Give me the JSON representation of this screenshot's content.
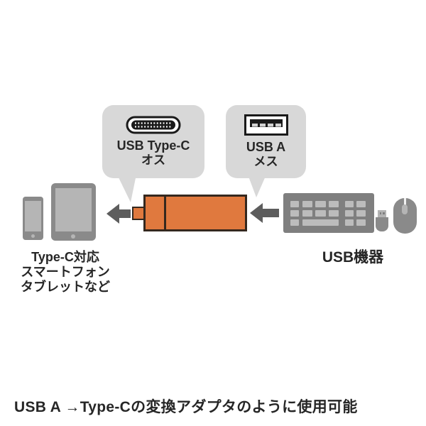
{
  "callouts": {
    "type_c": {
      "line1": "USB Type-C",
      "line2": "オス"
    },
    "usb_a": {
      "line1": "USB A",
      "line2": "メス"
    }
  },
  "left_label": {
    "lines": [
      "Type-C対応",
      "スマートフォン",
      "タブレットなど"
    ]
  },
  "right_label": {
    "text": "USB機器"
  },
  "caption": {
    "text": "USB A →Type-Cの変換アダプタのように使用可能"
  },
  "icons": [
    "usb-type-c-connector-icon",
    "usb-a-port-icon",
    "adapter-icon",
    "left-arrow-icon",
    "right-arrow-icon",
    "smartphone-icon",
    "tablet-icon",
    "keyboard-icon",
    "usb-stick-icon",
    "mouse-icon"
  ],
  "colors": {
    "adapter_orange": "#e0793e",
    "adapter_outline": "#35281e",
    "bubble_gray": "#d8d8d8",
    "device_gray": "#8a8a8a",
    "device_screen_gray": "#b5b5b5",
    "arrow_gray": "#5d5d5d",
    "text": "#262626"
  }
}
